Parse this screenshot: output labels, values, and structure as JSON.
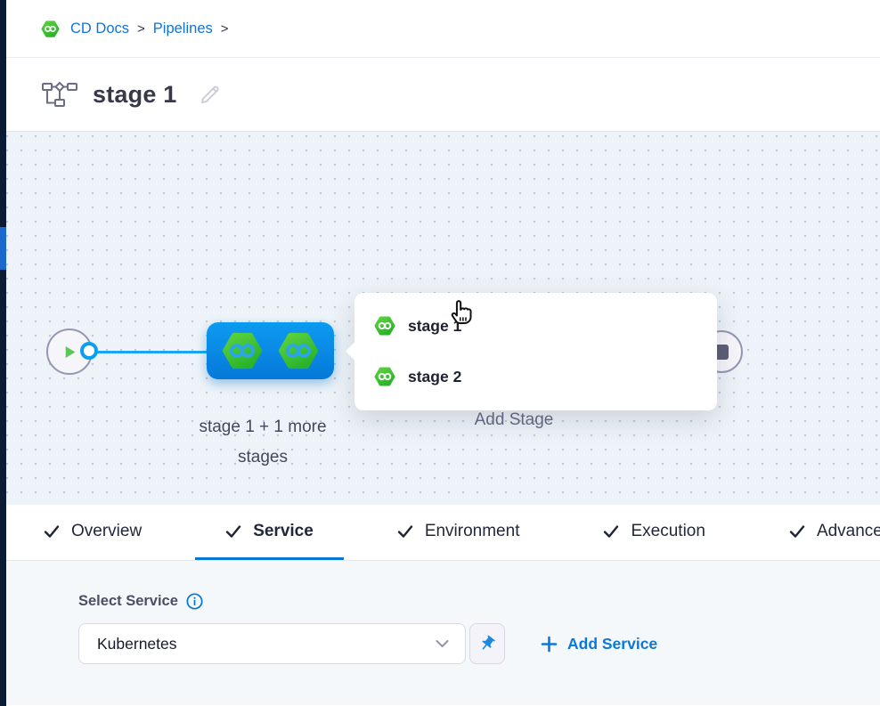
{
  "breadcrumb": {
    "app_icon": "harness-hexagon-icon",
    "items": [
      {
        "label": "CD Docs"
      },
      {
        "label": "Pipelines"
      }
    ],
    "separator": ">"
  },
  "header": {
    "title": "stage 1",
    "pipeline_icon": "flowchart-icon",
    "edit_icon": "pencil-icon"
  },
  "canvas": {
    "start_node_icon": "play-icon",
    "end_node_icon": "stop-icon",
    "stage_node": {
      "icon": "harness-stage-hexagon-icon",
      "icon_count": 2,
      "caption": "stage 1 + 1 more stages"
    },
    "add_stage_label": "Add Stage",
    "stage_popup": {
      "items": [
        {
          "icon": "harness-stage-hexagon-icon",
          "label": "stage 1"
        },
        {
          "icon": "harness-stage-hexagon-icon",
          "label": "stage 2"
        }
      ],
      "cursor": "hand-pointer-cursor"
    }
  },
  "tabs": [
    {
      "label": "Overview",
      "completed": true,
      "active": false
    },
    {
      "label": "Service",
      "completed": true,
      "active": true
    },
    {
      "label": "Environment",
      "completed": true,
      "active": false
    },
    {
      "label": "Execution",
      "completed": true,
      "active": false
    },
    {
      "label": "Advanced",
      "completed": true,
      "active": false
    }
  ],
  "service_panel": {
    "label": "Select Service",
    "info_icon": "info-icon",
    "select": {
      "value": "Kubernetes",
      "chevron": "chevron-down-icon"
    },
    "pin_icon": "pin-icon",
    "add_service_label": "Add Service",
    "plus_icon": "plus-icon"
  },
  "colors": {
    "brand_blue": "#0278d5",
    "node_blue": "#0b8ce6",
    "edge_blue": "#19a5f1",
    "harness_green": "#3fc32f",
    "rail_navy": "#0b1b33",
    "rail_active_blue": "#1b69cf",
    "canvas_bg": "#edf3f8",
    "panel_bg": "#f4f8fb",
    "text_dark": "#22283b",
    "text_gray": "#686b84"
  }
}
